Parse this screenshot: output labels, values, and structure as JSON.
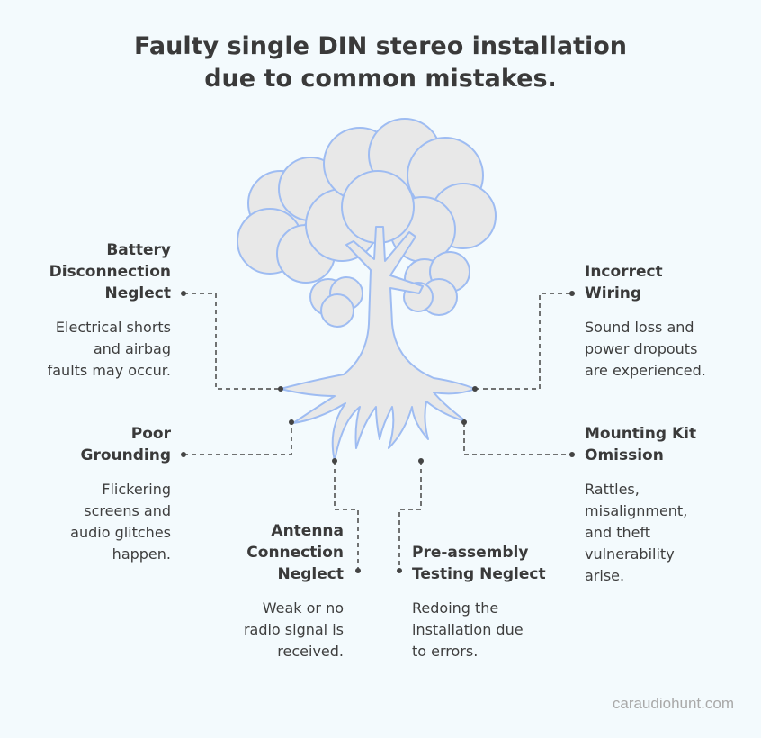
{
  "title": {
    "line1": "Faulty single DIN stereo installation",
    "line2": "due to common mistakes."
  },
  "items": [
    {
      "id": "battery",
      "head": [
        "Battery",
        "Disconnection",
        "Neglect"
      ],
      "desc": [
        "Electrical shorts",
        "and airbag",
        "faults may occur."
      ]
    },
    {
      "id": "grounding",
      "head": [
        "Poor",
        "Grounding"
      ],
      "desc": [
        "Flickering",
        "screens and",
        "audio glitches",
        "happen."
      ]
    },
    {
      "id": "antenna",
      "head": [
        "Antenna",
        "Connection",
        "Neglect"
      ],
      "desc": [
        "Weak or no",
        "radio signal is",
        "received."
      ]
    },
    {
      "id": "preassembly",
      "head": [
        "Pre-assembly",
        "Testing Neglect"
      ],
      "desc": [
        "Redoing the",
        "installation due",
        "to errors."
      ]
    },
    {
      "id": "wiring",
      "head": [
        "Incorrect",
        "Wiring"
      ],
      "desc": [
        "Sound loss and",
        "power dropouts",
        "are experienced."
      ]
    },
    {
      "id": "mounting",
      "head": [
        "Mounting Kit",
        "Omission"
      ],
      "desc": [
        "Rattles,",
        "misalignment,",
        "and theft",
        "vulnerability",
        "arise."
      ]
    }
  ],
  "footer": "caraudiohunt.com",
  "colors": {
    "background": "#f3fafd",
    "tree_fill": "#e8e8e8",
    "tree_stroke": "#9ebcf2",
    "text": "#3a3a3a",
    "connector": "#444444"
  }
}
